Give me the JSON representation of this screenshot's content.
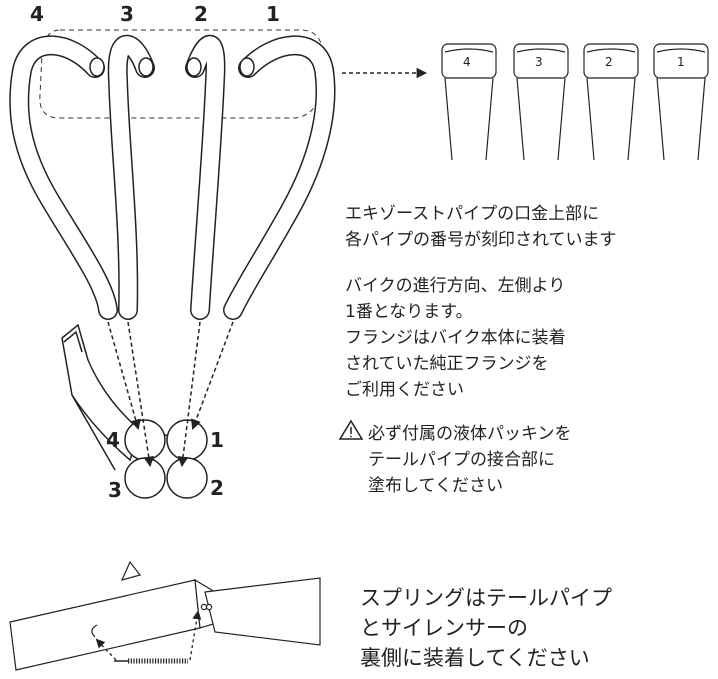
{
  "header_numbers": [
    "4",
    "3",
    "2",
    "1"
  ],
  "pipe_end_labels": [
    "4",
    "3",
    "2",
    "1"
  ],
  "flange_numbers": {
    "top_left": "4",
    "top_right": "1",
    "bottom_left": "3",
    "bottom_right": "2"
  },
  "note_engraving": [
    "エキゾーストパイプの口金上部に",
    "各パイプの番号が刻印されています"
  ],
  "note_order": [
    "バイクの進行方向、左側より",
    "1番となります。",
    "フランジはバイク本体に装着",
    "されていた純正フランジを",
    "ご利用ください"
  ],
  "warning_icon": "warning-triangle-icon",
  "note_warning": [
    "必ず付属の液体パッキンを",
    "テールパイプの接合部に",
    "塗布してください"
  ],
  "note_spring": [
    "スプリングはテールパイプ",
    "とサイレンサーの",
    "裏側に装着してください"
  ]
}
